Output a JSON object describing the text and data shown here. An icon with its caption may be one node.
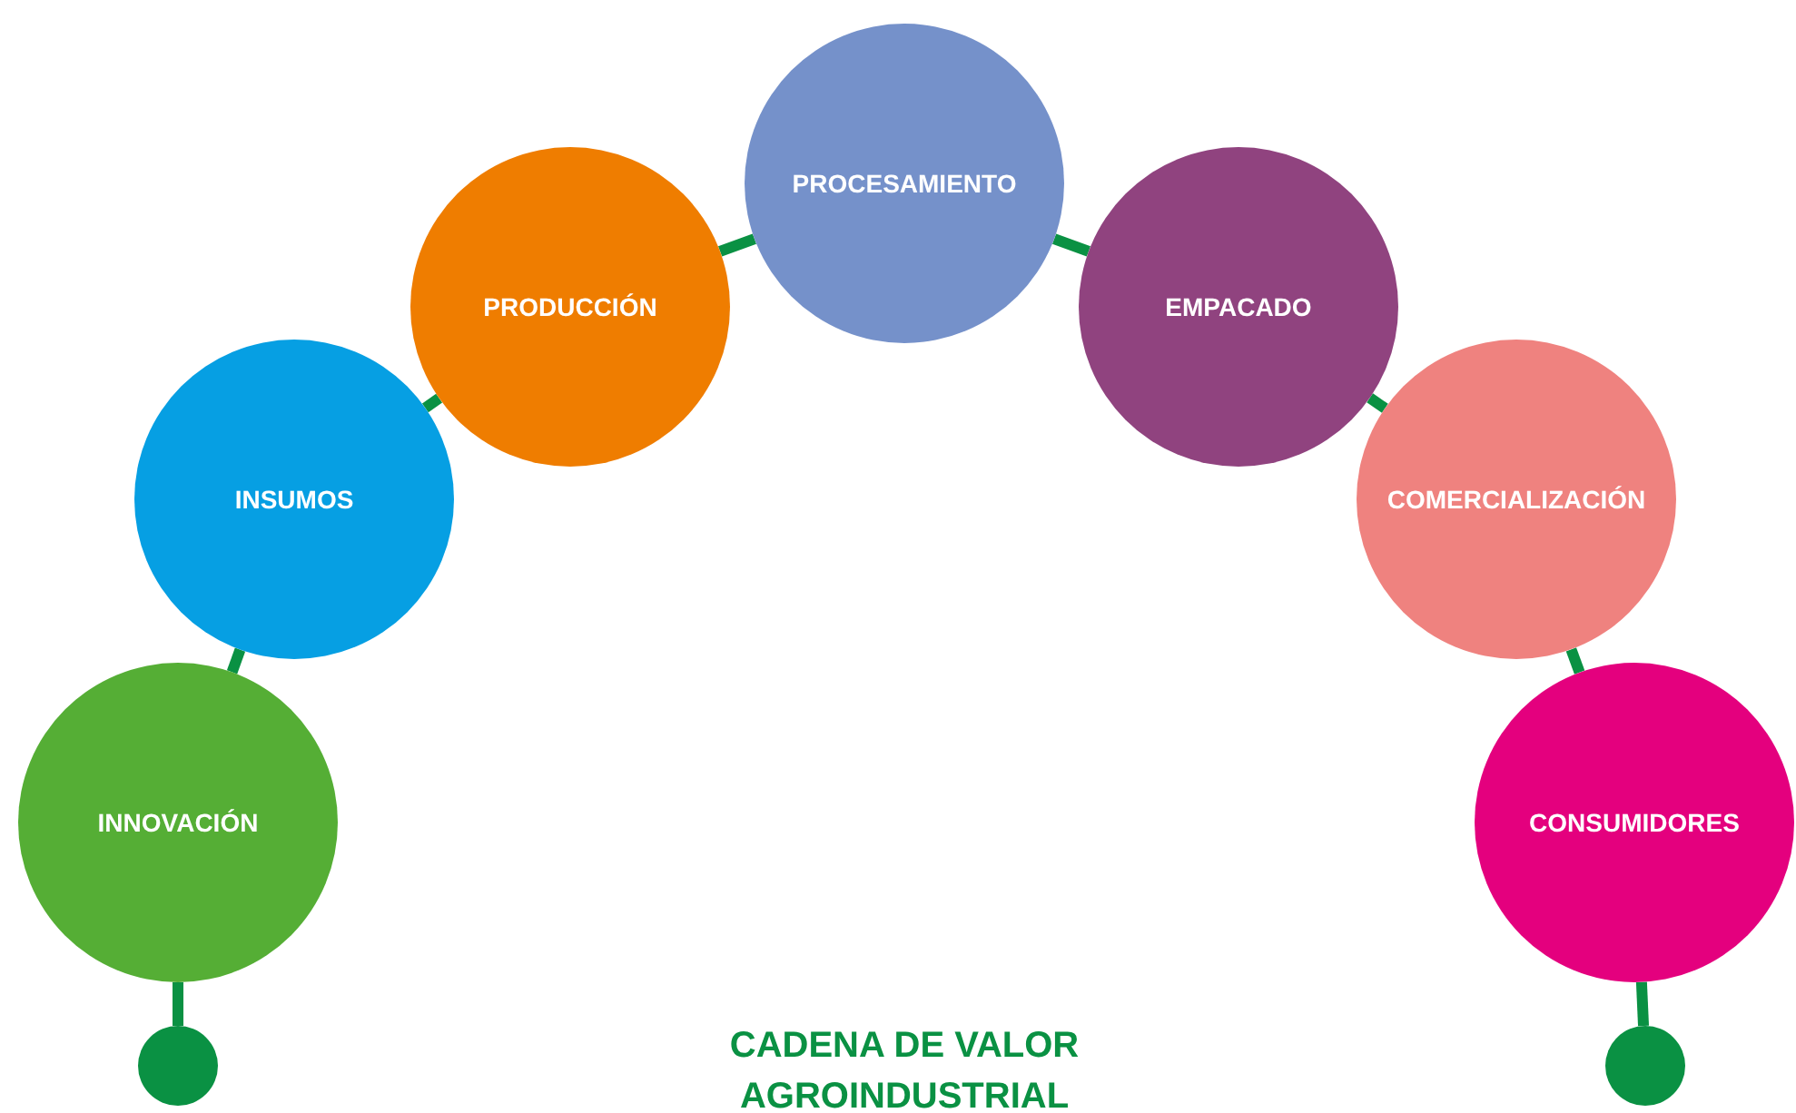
{
  "diagram": {
    "title": "CADENA DE VALOR AGROINDUSTRIAL",
    "nodes": [
      {
        "text": [],
        "shape": "circle"
      },
      {
        "text": [
          "INNOVACIÓN"
        ]
      },
      {
        "text": [
          "INSUMOS"
        ]
      },
      {
        "text": [
          "PRODUCCIÓN"
        ]
      },
      {
        "text": [
          "PROCESAMIENTO"
        ]
      },
      {
        "text": [
          "EMPACADO"
        ]
      },
      {
        "text": [
          "COMERCIALIZACIÓN"
        ]
      },
      {
        "text": [
          "CONSUMIDORES"
        ]
      },
      {
        "text": [],
        "shape": "circle"
      }
    ],
    "edges": [
      {
        "from": 0,
        "to": 1,
        "arrow": "none"
      },
      {
        "from": 1,
        "to": 2,
        "arrow": "none"
      },
      {
        "from": 2,
        "to": 3,
        "arrow": "none"
      },
      {
        "from": 3,
        "to": 4,
        "arrow": "none"
      },
      {
        "from": 4,
        "to": 5,
        "arrow": "none"
      },
      {
        "from": 5,
        "to": 6,
        "arrow": "none"
      },
      {
        "from": 6,
        "to": 7,
        "arrow": "none"
      },
      {
        "from": 7,
        "to": 8,
        "arrow": "none"
      }
    ]
  }
}
